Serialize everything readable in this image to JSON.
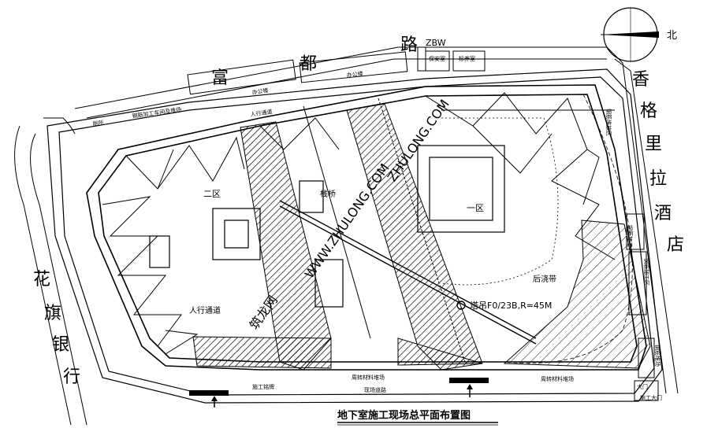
{
  "title": "地下室施工现场总平面布置图",
  "roads": {
    "north_road": [
      "富",
      "都",
      "路"
    ],
    "north_road_code": "ZBW",
    "east_hotel": [
      "香",
      "格",
      "里",
      "拉",
      "酒",
      "店"
    ],
    "west_bank": [
      "花",
      "旗",
      "银",
      "行"
    ]
  },
  "compass": {
    "label": "北"
  },
  "zones": {
    "zone1": "一区",
    "zone2": "二区"
  },
  "labels": {
    "trestle": "栈桥",
    "post_pour_strip": "后浇带",
    "walkway": "人行通道",
    "crane": "塔吊F0/23B,R=45M",
    "office1": "办公楼",
    "office2": "办公楼",
    "guard1": "保安室",
    "guard2": "标养室",
    "rebar_area": "钢筋加工车间及堆场",
    "toilet": "厕所",
    "sign": "施工铭牌",
    "walkway_top": "人行通道",
    "steel_storage_east": "钢筋堆放区",
    "steel_proc_east": "钢筋加工区",
    "material_s1": "周转材料堆场",
    "material_s2": "周转材料堆场",
    "site_road": "现场道路",
    "gate_east": "大门",
    "rebar_proc_e": "钢筋加工",
    "rebar_stack_e": "钢筋堆场",
    "site_gate": "施工大门"
  },
  "watermark": "ZHULONG.COM",
  "watermark2": "WWW.ZHULONG.COM",
  "watermark3": "筑龙网"
}
